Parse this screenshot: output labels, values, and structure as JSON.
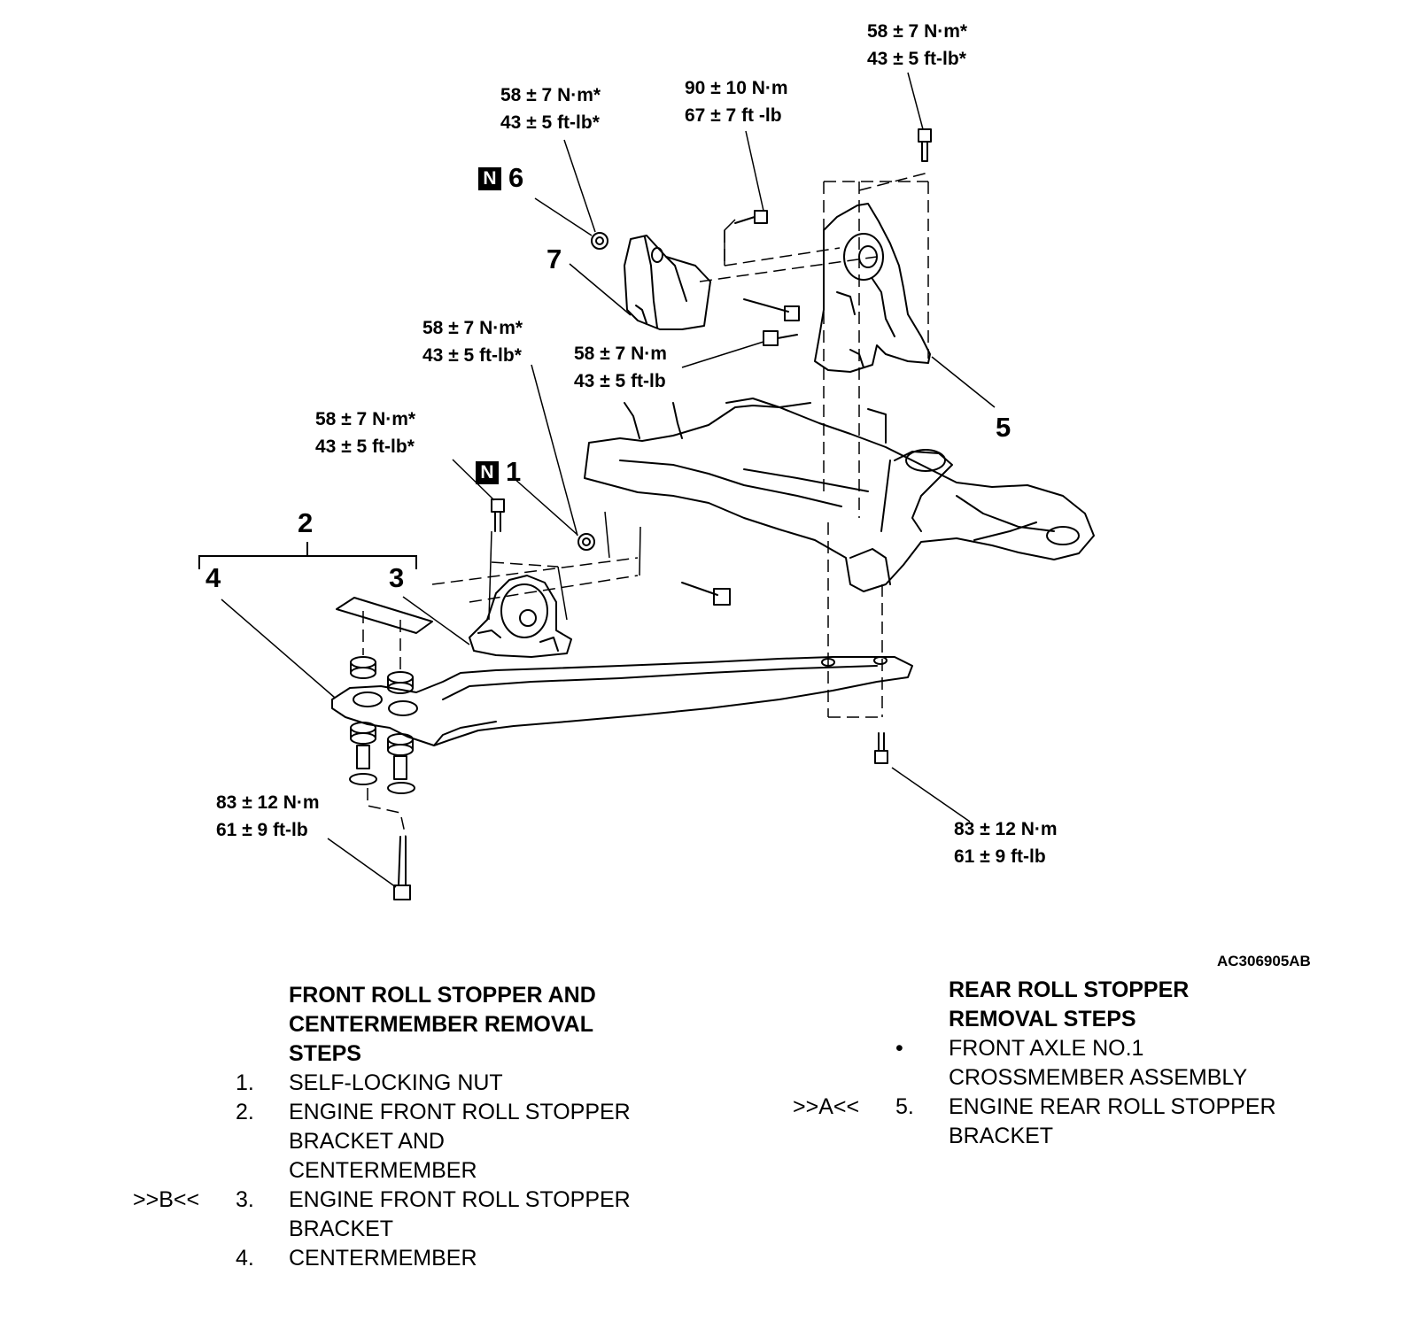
{
  "figure_id": "AC306905AB",
  "torque_labels": {
    "bracket_nut_upper": [
      "58 ± 7 N·m*",
      "43 ± 5 ft-lb*"
    ],
    "bracket_bolt": [
      "90 ± 10 N·m",
      "67 ± 7 ft -lb"
    ],
    "rear_stopper_bolt_top": [
      "58 ± 7 N·m*",
      "43 ± 5 ft-lb*"
    ],
    "front_stopper_nut": [
      "58 ± 7 N·m*",
      "43 ± 5 ft-lb*"
    ],
    "rear_stopper_side_bolt": [
      "58 ± 7 N·m",
      "43 ± 5 ft-lb"
    ],
    "front_stopper_bolt": [
      "58 ± 7 N·m*",
      "43 ± 5 ft-lb*"
    ],
    "centermember_front_bolt": [
      "83 ± 12 N·m",
      "61 ± 9 ft-lb"
    ],
    "centermember_rear_bolt": [
      "83 ± 12 N·m",
      "61 ± 9 ft-lb"
    ]
  },
  "callouts": {
    "n_badge": "N",
    "c1": "1",
    "c2": "2",
    "c3": "3",
    "c4": "4",
    "c5": "5",
    "c6": "6",
    "c7": "7"
  },
  "front_steps": {
    "heading": [
      "FRONT ROLL STOPPER AND",
      "CENTERMEMBER REMOVAL",
      "STEPS"
    ],
    "items": [
      {
        "ref": "",
        "num": "1.",
        "lines": [
          "SELF-LOCKING NUT"
        ]
      },
      {
        "ref": "",
        "num": "2.",
        "lines": [
          "ENGINE FRONT ROLL STOPPER",
          "BRACKET AND",
          "CENTERMEMBER"
        ]
      },
      {
        "ref": ">>B<<",
        "num": "3.",
        "lines": [
          "ENGINE FRONT ROLL STOPPER",
          "BRACKET"
        ]
      },
      {
        "ref": "",
        "num": "4.",
        "lines": [
          "CENTERMEMBER"
        ]
      }
    ]
  },
  "rear_steps": {
    "heading": [
      "REAR ROLL STOPPER",
      "REMOVAL STEPS"
    ],
    "items": [
      {
        "ref": "",
        "num": "•",
        "lines": [
          "FRONT AXLE NO.1",
          "CROSSMEMBER ASSEMBLY"
        ]
      },
      {
        "ref": ">>A<<",
        "num": "5.",
        "lines": [
          "ENGINE REAR ROLL STOPPER",
          "BRACKET"
        ]
      }
    ]
  }
}
